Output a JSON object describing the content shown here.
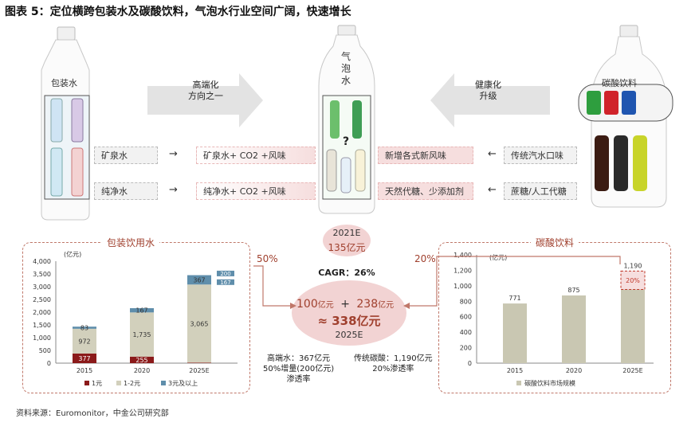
{
  "title": "图表 5：定位横跨包装水及碳酸饮料，气泡水行业空间广阔，快速增长",
  "top": {
    "left_bottle_label": "包装水",
    "middle_bottle_label": [
      "气",
      "泡",
      "水"
    ],
    "right_bottle_label": "碳酸饮料",
    "arrow_left_text": [
      "高端化",
      "方向之一"
    ],
    "arrow_right_text": [
      "健康化",
      "升级"
    ],
    "question_mark": "?",
    "rows": [
      {
        "left": "矿泉水",
        "mid": "矿泉水+ CO2 +风味",
        "right": "新增各式新风味",
        "far_right": "传统汽水口味"
      },
      {
        "left": "纯净水",
        "mid": "纯净水+ CO2 +风味",
        "right": "天然代糖、少添加剂",
        "far_right": "蔗糖/人工代糖"
      }
    ],
    "arrow_right_glyph": "→",
    "arrow_left_glyph": "←"
  },
  "center": {
    "ellipse_top": {
      "year": "2021E",
      "value": "135亿元"
    },
    "cagr": "CAGR：26%",
    "left_pct": "50%",
    "right_pct": "20%",
    "big_left": "100",
    "big_left_unit": "亿元",
    "plus": "+",
    "big_right": "238",
    "big_right_unit": "亿元",
    "total": "≈ 338亿元",
    "year": "2025E",
    "note_left": [
      "高端水：367亿元",
      "50%增量(200亿元)",
      "渗透率"
    ],
    "note_right": [
      "传统碳酸：1,190亿元",
      "20%渗透率"
    ]
  },
  "left_panel_title": "包装饮用水",
  "right_panel_title": "碳酸饮料",
  "source": "资料来源：Euromonitor，中金公司研究部",
  "colors": {
    "dark_red": "#8b1a1a",
    "khaki": "#d2d0bc",
    "teal": "#5f8eab",
    "ellipse": "#f2d3d3",
    "accent_red": "#c0392b"
  },
  "chart_data": [
    {
      "type": "bar",
      "stacked": true,
      "title": "",
      "unit_label": "(亿元)",
      "categories": [
        "2015",
        "2020",
        "2025E"
      ],
      "series": [
        {
          "name": "1元",
          "values": [
            377,
            255,
            20
          ],
          "color": "#8b1a1a",
          "labels": [
            "377",
            "255",
            ""
          ]
        },
        {
          "name": "1-2元",
          "values": [
            972,
            1735,
            3065
          ],
          "color": "#d2d0bc",
          "labels": [
            "972",
            "1,735",
            "3,065"
          ]
        },
        {
          "name": "3元及以上",
          "values": [
            83,
            167,
            367
          ],
          "color": "#5f8eab",
          "labels": [
            "83",
            "167",
            "367"
          ]
        }
      ],
      "ylim": [
        0,
        4000
      ],
      "yticks": [
        "0",
        "500",
        "1,000",
        "1,500",
        "2,000",
        "2,500",
        "3,000",
        "3,500",
        "4,000"
      ],
      "side_labels": [
        "200",
        "167"
      ],
      "legend": "bottom"
    },
    {
      "type": "bar",
      "title": "",
      "unit_label": "(亿元)",
      "categories": [
        "2015",
        "2020",
        "2025E"
      ],
      "series": [
        {
          "name": "碳酸饮料市场规模",
          "values": [
            771,
            875,
            1190
          ],
          "color": "#c9c7b2",
          "labels": [
            "771",
            "875",
            "1,190"
          ]
        }
      ],
      "highlight": {
        "label": "20%",
        "fraction": 0.2
      },
      "ylim": [
        0,
        1400
      ],
      "yticks": [
        "0",
        "200",
        "400",
        "600",
        "800",
        "1,000",
        "1,200",
        "1,400"
      ],
      "legend": "bottom"
    }
  ]
}
